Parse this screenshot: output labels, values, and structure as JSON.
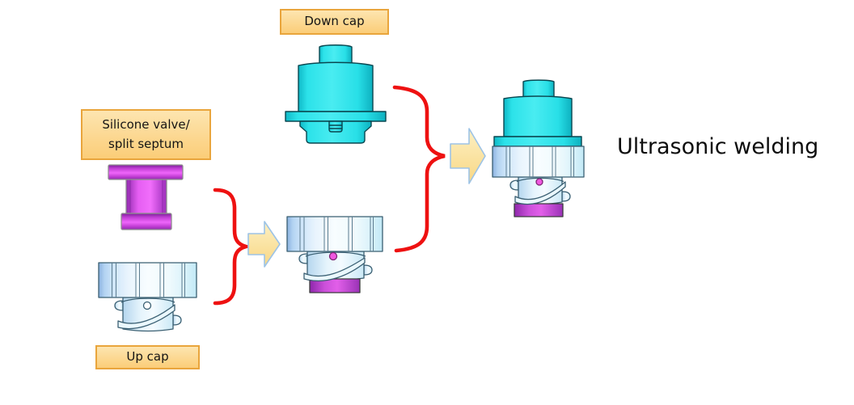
{
  "title": "Ultrasonic welding",
  "labels": {
    "down_cap": "Down cap",
    "silicone_valve_line1": "Silicone valve/",
    "silicone_valve_line2": "split septum",
    "up_cap": "Up cap"
  },
  "parts": [
    {
      "id": "down-cap",
      "color": "#2ce2e9"
    },
    {
      "id": "silicone-valve-split-septum",
      "color": "#e55ef2"
    },
    {
      "id": "up-cap",
      "color": "#d9edfb"
    },
    {
      "id": "up-cap-with-valve-subassembly",
      "color": "#d9edfb"
    },
    {
      "id": "welded-assembly",
      "color": "#2ce2e9"
    }
  ],
  "colors": {
    "background": "#ffffff",
    "label_fill_top": "#fde5b0",
    "label_fill_bottom": "#fbcd78",
    "label_border": "#e9a53c",
    "label_text": "#141414",
    "title_text": "#0d0d0d",
    "brace": "#ee1111",
    "arrow_fill_top": "#fdf0c3",
    "arrow_fill_bottom": "#f8d784",
    "arrow_border": "#9dc3e6",
    "part_cyan": "#2ce2e9",
    "part_magenta": "#e55ef2",
    "part_light_blue": "#d9edfb",
    "valve_band_purple": "#cb50da"
  }
}
